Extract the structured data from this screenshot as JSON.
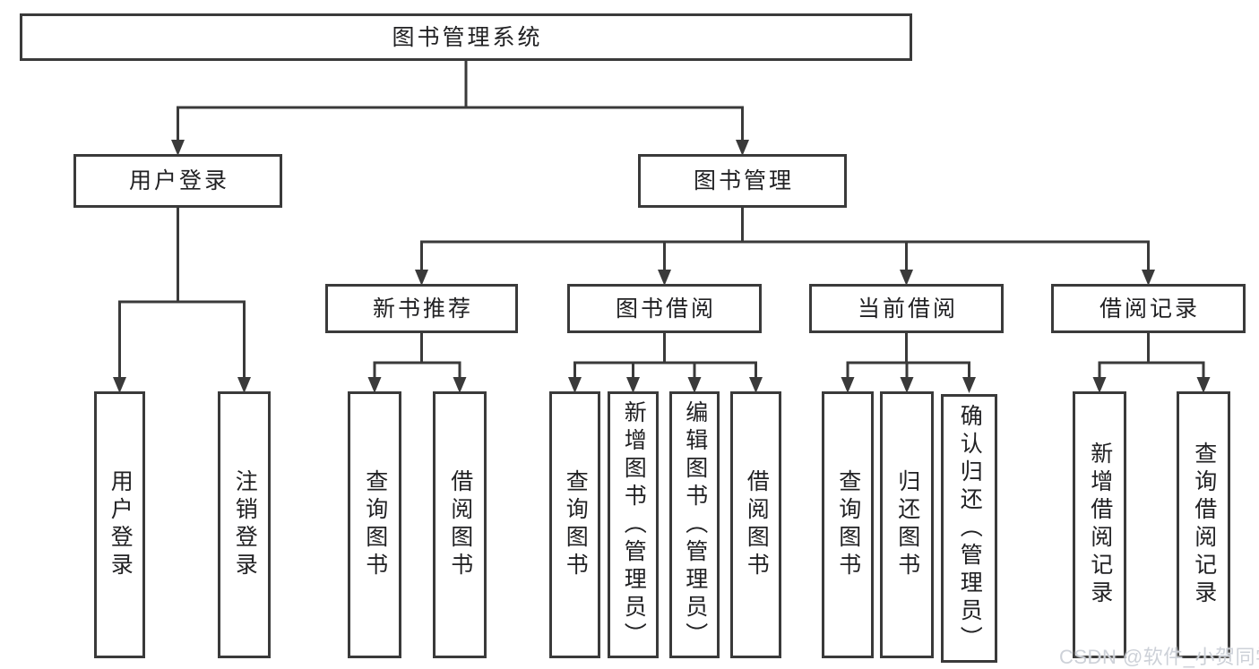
{
  "diagram": {
    "root": {
      "label": "图书管理系统"
    },
    "branches": [
      {
        "label": "用户登录",
        "children": [
          {
            "label": "用户登录"
          },
          {
            "label": "注销登录"
          }
        ]
      },
      {
        "label": "图书管理",
        "children": [
          {
            "label": "新书推荐",
            "children": [
              {
                "label": "查询图书"
              },
              {
                "label": "借阅图书"
              }
            ]
          },
          {
            "label": "图书借阅",
            "children": [
              {
                "label": "查询图书"
              },
              {
                "label": "新增图书（管理员）"
              },
              {
                "label": "编辑图书（管理员）"
              },
              {
                "label": "借阅图书"
              }
            ]
          },
          {
            "label": "当前借阅",
            "children": [
              {
                "label": "查询图书"
              },
              {
                "label": "归还图书"
              },
              {
                "label": "确认归还（管理员）"
              }
            ]
          },
          {
            "label": "借阅记录",
            "children": [
              {
                "label": "新增借阅记录"
              },
              {
                "label": "查询借阅记录"
              }
            ]
          }
        ]
      }
    ]
  },
  "watermark": {
    "text": "CSDN @软件_小贺同学"
  },
  "colors": {
    "line": "#3a3a3a",
    "box_border": "#3a3a3a",
    "text": "#212123",
    "background": "#ffffff",
    "watermark": "#cdd1d8"
  }
}
